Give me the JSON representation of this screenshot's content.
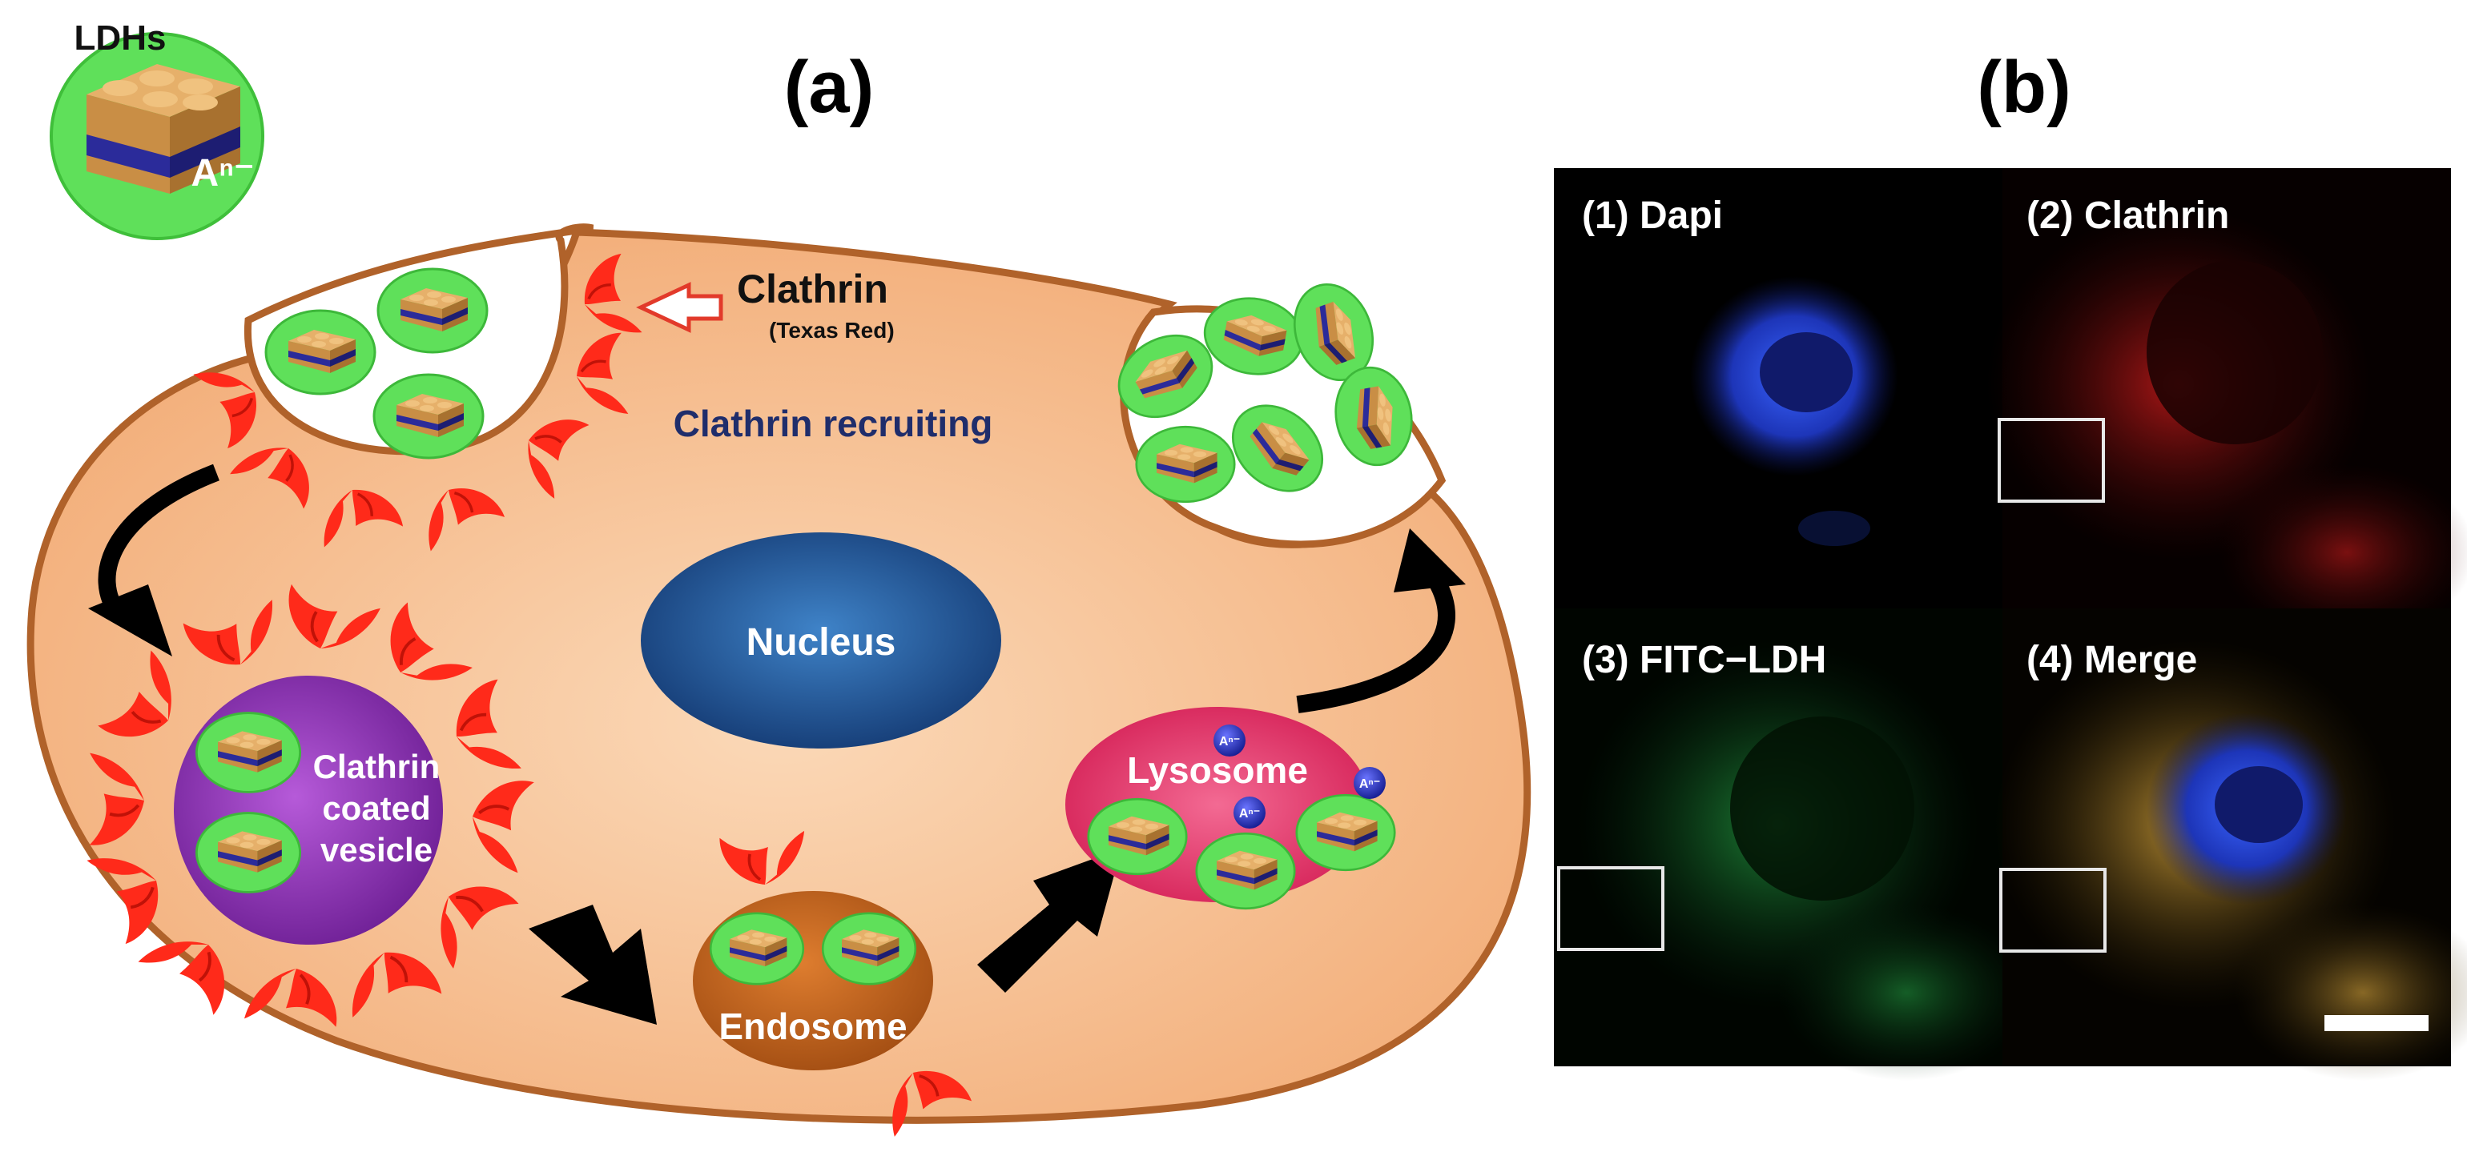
{
  "panels": {
    "a": {
      "label": "(a)"
    },
    "b": {
      "label": "(b)"
    }
  },
  "legend": {
    "title": "LDHs",
    "anion": "Aⁿ⁻"
  },
  "labels": {
    "clathrin": "Clathrin",
    "texas_red": "(Texas Red)",
    "recruiting": "Clathrin recruiting",
    "nucleus": "Nucleus",
    "vesicle_line1": "Clathrin",
    "vesicle_line2": "coated",
    "vesicle_line3": "vesicle",
    "endosome": "Endosome",
    "lysosome": "Lysosome",
    "anion_small": "Aⁿ⁻"
  },
  "micrographs": [
    {
      "label": "(1) Dapi",
      "channel": "blue"
    },
    {
      "label": "(2) Clathrin",
      "channel": "red"
    },
    {
      "label": "(3) FITC−LDH",
      "channel": "green"
    },
    {
      "label": "(4) Merge",
      "channel": "yellow"
    }
  ],
  "colors": {
    "cell_fill": "#f4b98a",
    "cell_edge": "#b0622a",
    "clathrin": "#ff2a1a",
    "ldh_halo": "#5fe05a",
    "ldh_body": "#d39a4e",
    "ldh_layer": "#2b2b9a",
    "nucleus": "#1f5a9e",
    "vesicle": "#8e2fb5",
    "endosome": "#c4661e",
    "lysosome": "#e8336b"
  }
}
